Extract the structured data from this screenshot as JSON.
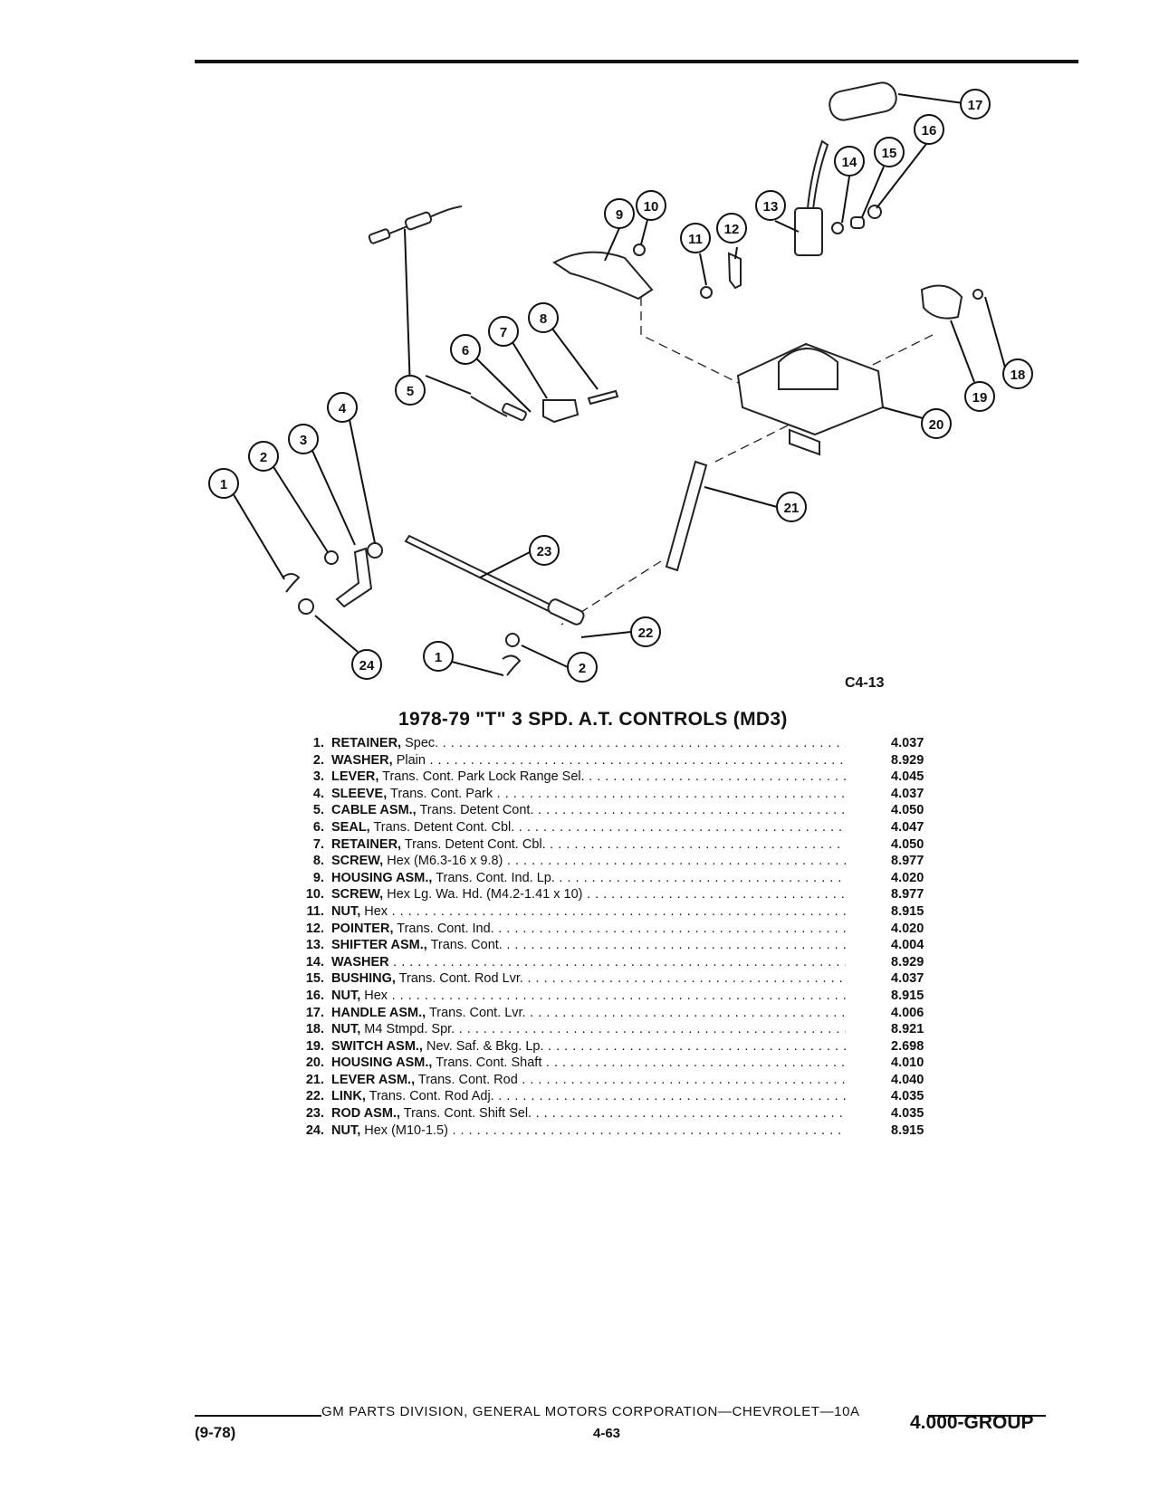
{
  "figure_code": "C4-13",
  "title": "1978-79 \"T\" 3 SPD. A.T. CONTROLS (MD3)",
  "callouts": [
    "1",
    "2",
    "3",
    "4",
    "5",
    "6",
    "7",
    "8",
    "9",
    "10",
    "11",
    "12",
    "13",
    "14",
    "15",
    "16",
    "17",
    "18",
    "19",
    "20",
    "21",
    "22",
    "23",
    "24",
    "1",
    "2"
  ],
  "parts": [
    {
      "num": "1.",
      "name": "RETAINER,",
      "desc": " Spec.",
      "group": "4.037"
    },
    {
      "num": "2.",
      "name": "WASHER,",
      "desc": " Plain",
      "group": "8.929"
    },
    {
      "num": "3.",
      "name": "LEVER,",
      "desc": " Trans. Cont. Park Lock Range Sel.",
      "group": "4.045"
    },
    {
      "num": "4.",
      "name": "SLEEVE,",
      "desc": " Trans. Cont. Park",
      "group": "4.037"
    },
    {
      "num": "5.",
      "name": "CABLE ASM.,",
      "desc": " Trans. Detent Cont.",
      "group": "4.050"
    },
    {
      "num": "6.",
      "name": "SEAL,",
      "desc": " Trans. Detent Cont. Cbl.",
      "group": "4.047"
    },
    {
      "num": "7.",
      "name": "RETAINER,",
      "desc": " Trans. Detent Cont. Cbl.",
      "group": "4.050"
    },
    {
      "num": "8.",
      "name": "SCREW,",
      "desc": " Hex (M6.3-16 x 9.8)",
      "group": "8.977"
    },
    {
      "num": "9.",
      "name": "HOUSING ASM.,",
      "desc": " Trans. Cont. Ind. Lp.",
      "group": "4.020"
    },
    {
      "num": "10.",
      "name": "SCREW,",
      "desc": " Hex Lg. Wa. Hd. (M4.2-1.41 x 10)",
      "group": "8.977"
    },
    {
      "num": "11.",
      "name": "NUT,",
      "desc": " Hex",
      "group": "8.915"
    },
    {
      "num": "12.",
      "name": "POINTER,",
      "desc": " Trans. Cont. Ind.",
      "group": "4.020"
    },
    {
      "num": "13.",
      "name": "SHIFTER ASM.,",
      "desc": " Trans. Cont.",
      "group": "4.004"
    },
    {
      "num": "14.",
      "name": "WASHER",
      "desc": "",
      "group": "8.929"
    },
    {
      "num": "15.",
      "name": "BUSHING,",
      "desc": " Trans. Cont. Rod Lvr.",
      "group": "4.037"
    },
    {
      "num": "16.",
      "name": "NUT,",
      "desc": " Hex",
      "group": "8.915"
    },
    {
      "num": "17.",
      "name": "HANDLE ASM.,",
      "desc": " Trans. Cont. Lvr.",
      "group": "4.006"
    },
    {
      "num": "18.",
      "name": "NUT,",
      "desc": " M4 Stmpd. Spr.",
      "group": "8.921"
    },
    {
      "num": "19.",
      "name": "SWITCH ASM.,",
      "desc": " Nev. Saf. & Bkg. Lp.",
      "group": "2.698"
    },
    {
      "num": "20.",
      "name": "HOUSING ASM.,",
      "desc": " Trans. Cont. Shaft",
      "group": "4.010"
    },
    {
      "num": "21.",
      "name": "LEVER ASM.,",
      "desc": " Trans. Cont. Rod",
      "group": "4.040"
    },
    {
      "num": "22.",
      "name": "LINK,",
      "desc": " Trans. Cont. Rod Adj.",
      "group": "4.035"
    },
    {
      "num": "23.",
      "name": "ROD ASM.,",
      "desc": " Trans. Cont. Shift Sel.",
      "group": "4.035"
    },
    {
      "num": "24.",
      "name": "NUT,",
      "desc": " Hex (M10-1.5)",
      "group": "8.915"
    }
  ],
  "footer": {
    "center": "GM PARTS DIVISION, GENERAL MOTORS CORPORATION—CHEVROLET—10A",
    "date": "(9-78)",
    "page": "4-63",
    "group": "4.000-GROUP"
  }
}
